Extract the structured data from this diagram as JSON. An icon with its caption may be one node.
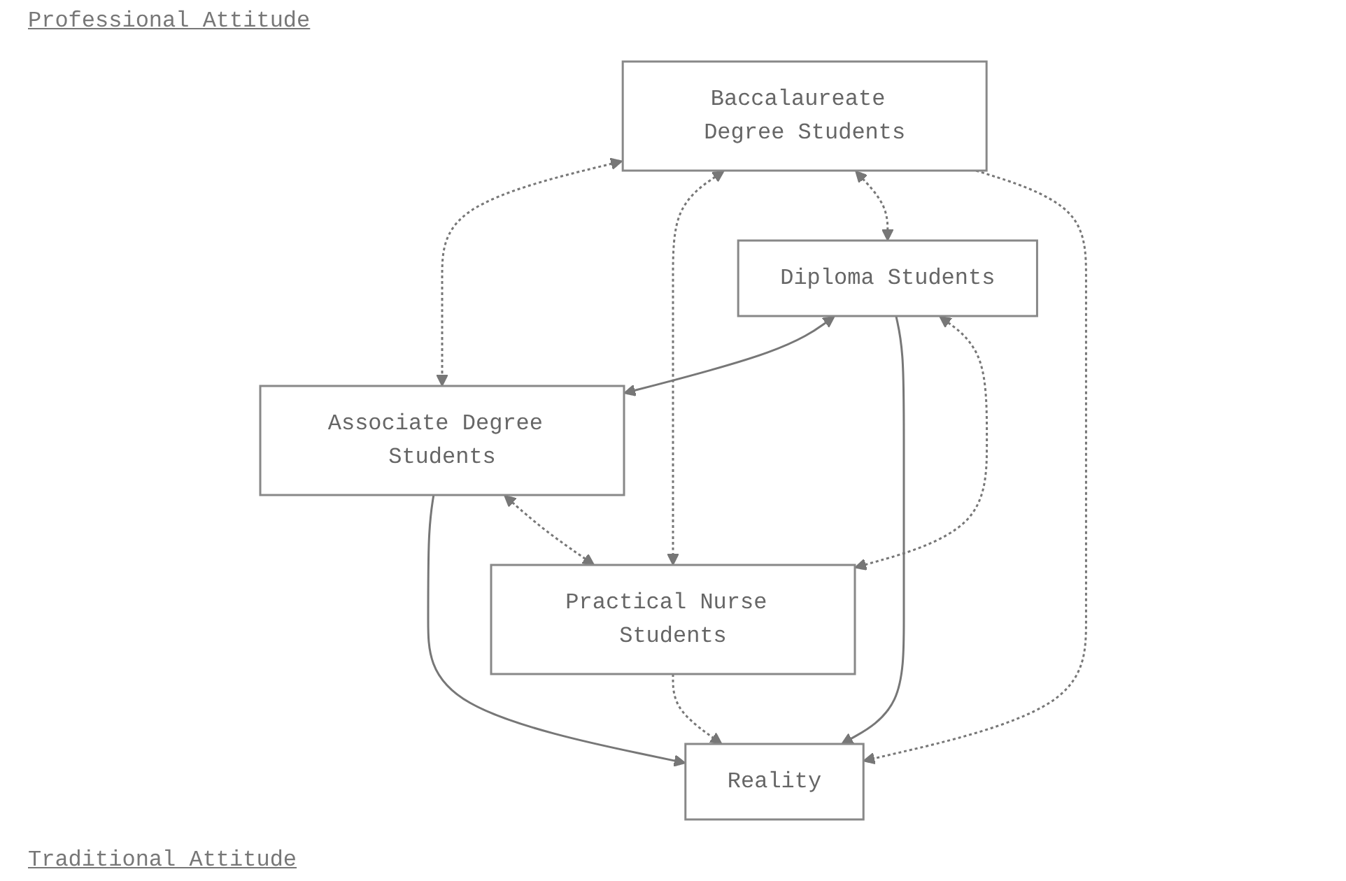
{
  "diagram": {
    "nodes": [
      {
        "text": [
          "Baccalaureate Degree Students"
        ]
      },
      {
        "text": [
          "Associate Degree Students"
        ]
      },
      {
        "text": [
          "Diploma Students"
        ]
      },
      {
        "text": [
          "Reality"
        ]
      },
      {
        "text": [
          "Practical Nurse Students"
        ]
      }
    ],
    "edges": [
      {
        "from": 0,
        "to": 1,
        "arrow": "both",
        "style": "dashed"
      },
      {
        "from": 0,
        "to": 4,
        "arrow": "both",
        "style": "dashed"
      },
      {
        "from": 0,
        "to": 2,
        "arrow": "both",
        "style": "dashed"
      },
      {
        "from": 0,
        "to": 3,
        "arrow": "to",
        "style": "dashed"
      },
      {
        "from": 2,
        "to": 1,
        "arrow": "both"
      },
      {
        "from": 1,
        "to": 3,
        "arrow": "to"
      },
      {
        "from": 2,
        "to": 3,
        "arrow": "to"
      },
      {
        "from": 2,
        "to": 4,
        "arrow": "both",
        "style": "dashed"
      },
      {
        "from": 1,
        "to": 4,
        "arrow": "both",
        "style": "dashed"
      },
      {
        "from": 4,
        "to": 3,
        "arrow": "to",
        "style": "dashed"
      }
    ],
    "labels": [
      "Professional Attitude",
      "Traditional Attitude"
    ]
  }
}
